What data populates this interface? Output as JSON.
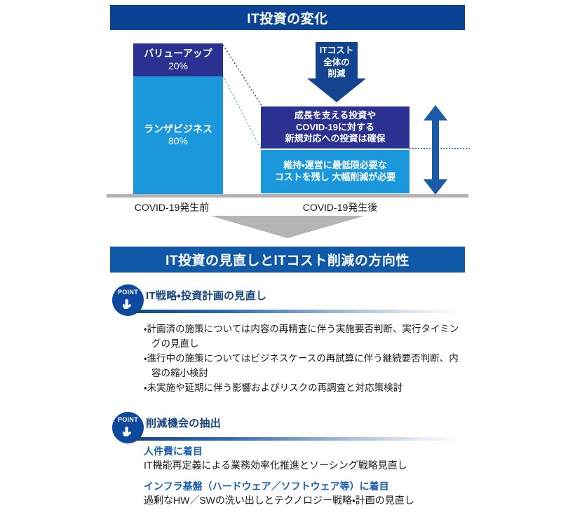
{
  "section1": {
    "title": "IT投資の変化",
    "chart": {
      "before": {
        "axis_label": "COVID-19発生前",
        "segments": [
          {
            "label": "バリューアップ",
            "percent": "20%",
            "color": "#2b3190"
          },
          {
            "label": "ランザビジネス",
            "percent": "80%",
            "color": "#1b97db"
          }
        ]
      },
      "after": {
        "axis_label": "COVID-19発生後",
        "arrow_label": "ITコスト\n全体の\n削減",
        "arrow_label_lines": [
          "ITコスト",
          "全体の",
          "削減"
        ],
        "boxes": [
          {
            "lines": [
              "成長を支える投資や",
              "COVID-19に対する",
              "新規対応への投資は確保"
            ],
            "color": "#2b3190"
          },
          {
            "lines": [
              "維持・運営に最低限必要な",
              "コストを残し 大幅削減が必要"
            ],
            "color": "#1b97db"
          }
        ]
      }
    }
  },
  "section2": {
    "title": "IT投資の見直しとITコスト削減の方向性",
    "points": [
      {
        "badge": "POINT",
        "badge_icon": "pointing-hand-icon",
        "title": "IT戦略・投資計画の見直し",
        "bullets": [
          "・計画済の施策については内容の再精査に伴う実施要否判断、実行タイミングの見直し",
          "・進行中の施策についてはビジネスケースの再試算に伴う継続要否判断、内容の縮小検討",
          "・未実施や延期に伴う影響およびリスクの再調査と対応策検討"
        ]
      },
      {
        "badge": "POINT",
        "badge_icon": "pointing-hand-icon",
        "title": "削減機会の抽出",
        "sub_items": [
          {
            "heading": "人件費に着目",
            "body": "IT機能再定義による業務効率化推進とソーシング戦略見直し"
          },
          {
            "heading": "インフラ基盤（ハードウェア／ソフトウェア等）に着目",
            "body": "過剰なHW／SWの洗い出しとテクノロジー戦略・計画の見直し"
          }
        ]
      }
    ]
  },
  "colors": {
    "title_bar_1": "#0b4394",
    "title_bar_2": "#1059a8",
    "navy": "#2b3190",
    "azure": "#1b97db",
    "badge": "#0d4a9e",
    "rule": "#16457f",
    "gray_arrow": "#b4b4b4",
    "baseline": "#b3b3b3"
  }
}
